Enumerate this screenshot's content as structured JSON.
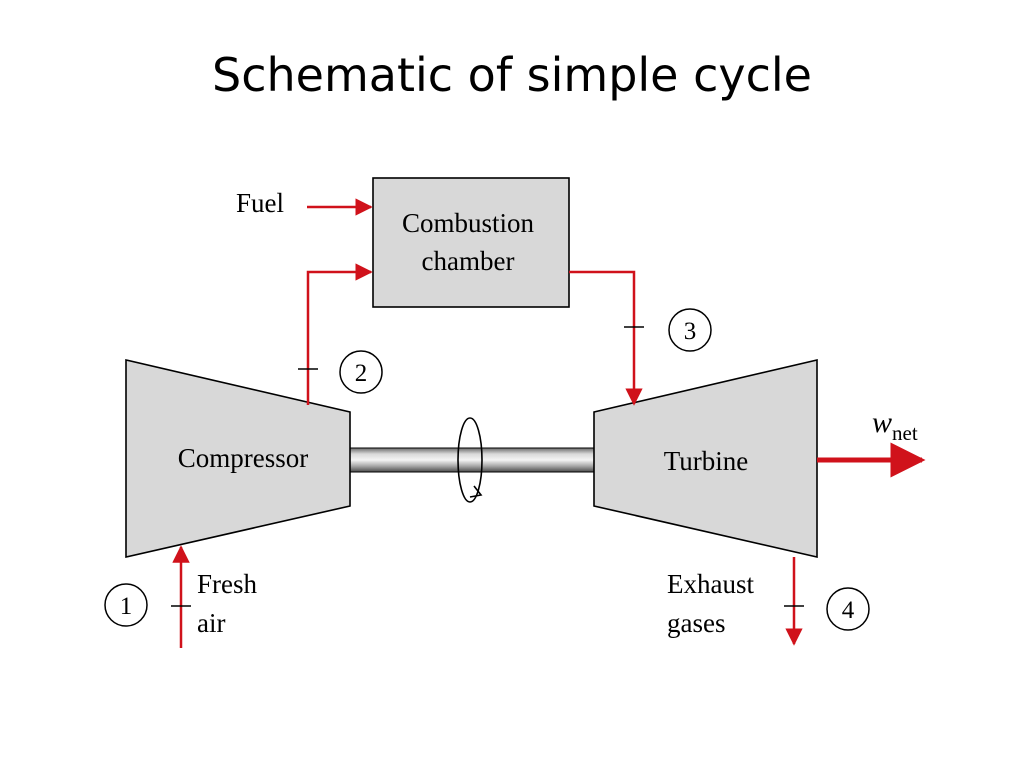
{
  "title": "Schematic of simple cycle",
  "colors": {
    "flow": "#d0121b",
    "component_fill": "#d8d8d8",
    "outline": "#000000"
  },
  "labels": {
    "fuel": "Fuel",
    "combustion_line1": "Combustion",
    "combustion_line2": "chamber",
    "compressor": "Compressor",
    "turbine": "Turbine",
    "fresh_line1": "Fresh",
    "fresh_line2": "air",
    "exhaust_line1": "Exhaust",
    "exhaust_line2": "gases",
    "wnet_main": "w",
    "wnet_sub": "net"
  },
  "states": {
    "s1": "1",
    "s2": "2",
    "s3": "3",
    "s4": "4"
  }
}
